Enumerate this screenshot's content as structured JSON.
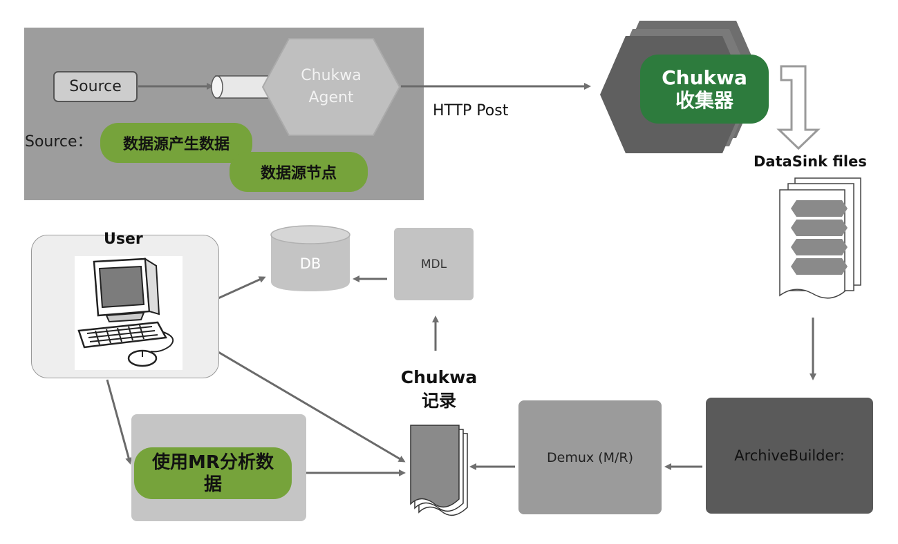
{
  "source": {
    "box_label": "Source",
    "desc_label": "Source：",
    "desc_pill": "数据源产生数据",
    "node_pill": "数据源节点"
  },
  "agent": {
    "line1": "Chukwa",
    "line2": "Agent"
  },
  "transport": {
    "label": "HTTP Post"
  },
  "collector": {
    "line1": "Chukwa",
    "line2": "收集器"
  },
  "datasink": {
    "label": "DataSink files"
  },
  "user": {
    "label": "User"
  },
  "db": {
    "label": "DB"
  },
  "mdl": {
    "label": "MDL"
  },
  "records": {
    "line1": "Chukwa",
    "line2": "记录"
  },
  "mr": {
    "line1": "使用MR分析数",
    "line2": "据"
  },
  "demux": {
    "label": "Demux (M/R)"
  },
  "archive": {
    "label": "ArchiveBuilder:"
  }
}
